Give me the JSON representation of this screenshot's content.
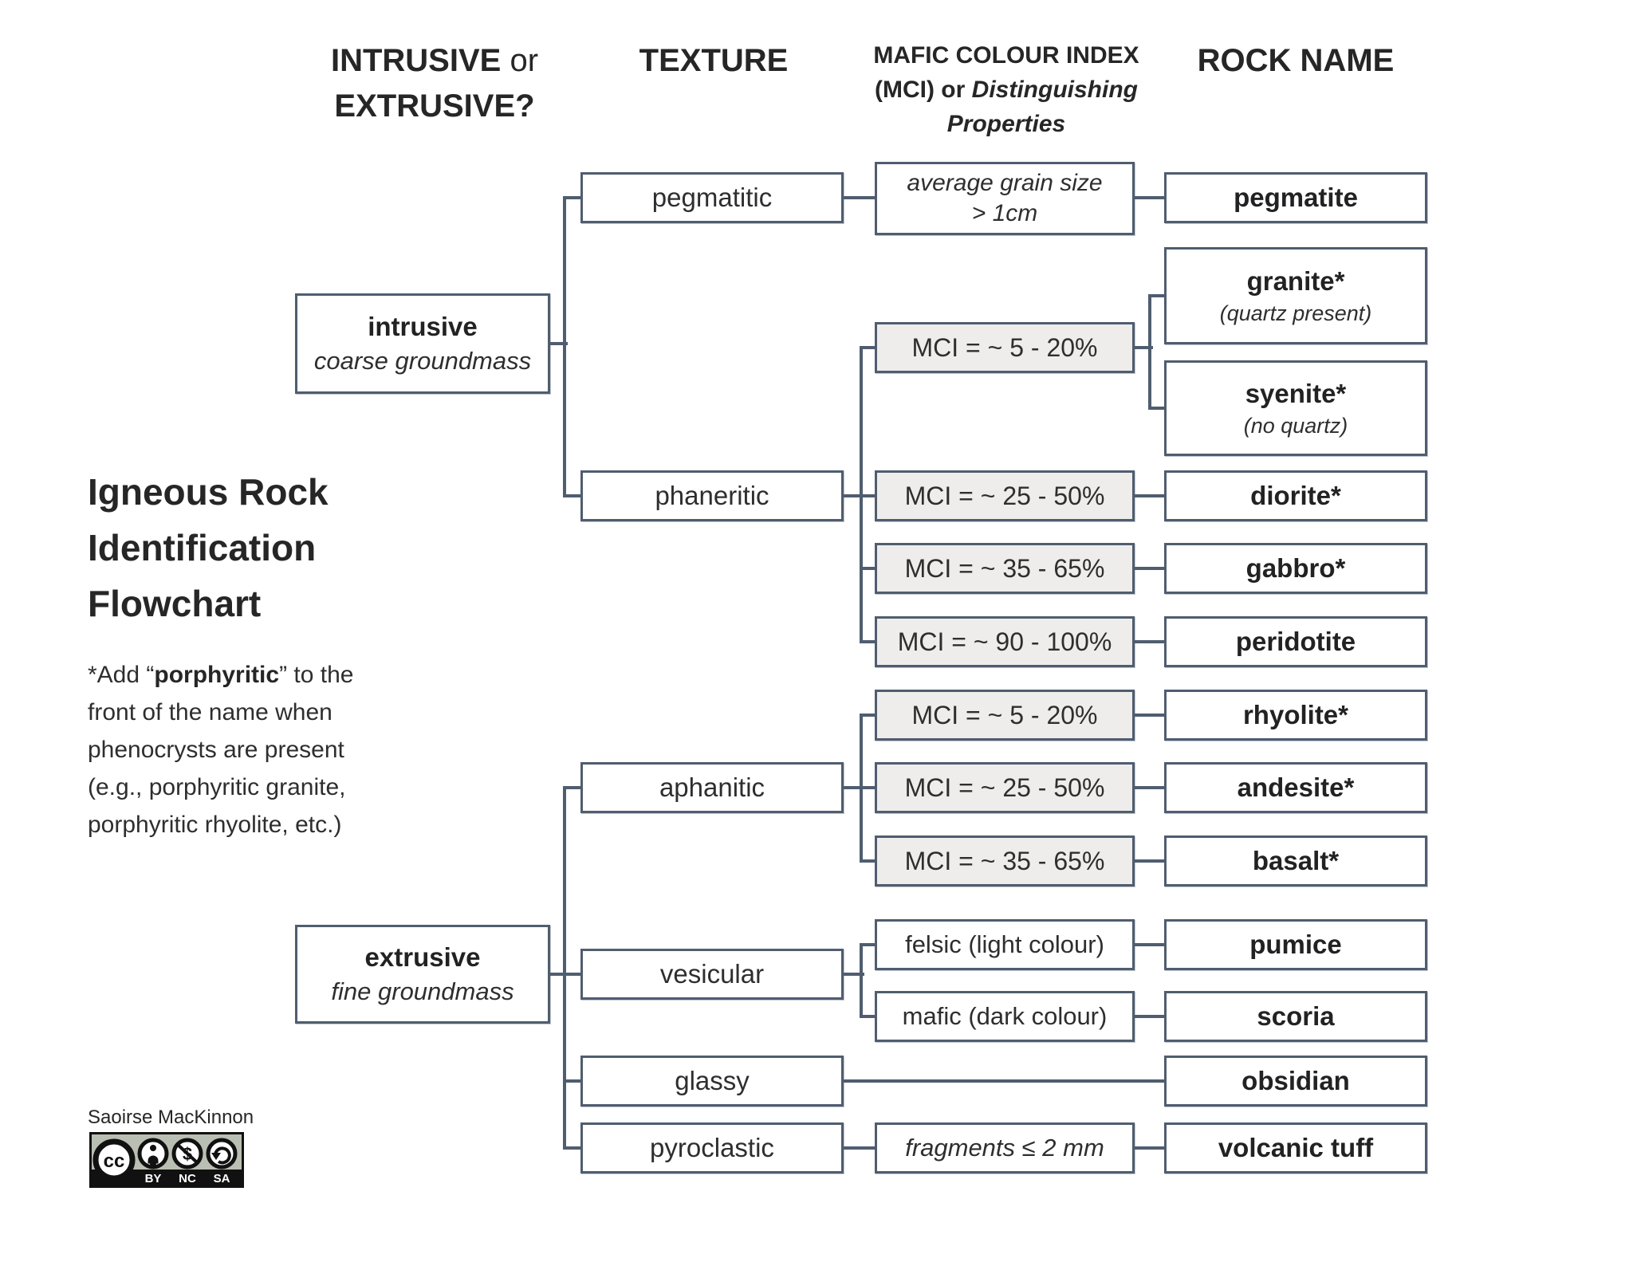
{
  "headers": {
    "col1": {
      "word1": "INTRUSIVE",
      "word2": "or",
      "line2": "EXTRUSIVE?"
    },
    "col2": "TEXTURE",
    "col3": {
      "line1": "MAFIC COLOUR INDEX",
      "line2a": "(MCI) or",
      "line2b": "Distinguishing",
      "line3": "Properties"
    },
    "col4": "ROCK NAME"
  },
  "sidebar": {
    "title_line1": "Igneous Rock",
    "title_line2": "Identification",
    "title_line3": "Flowchart",
    "note_prefix": "*Add “",
    "note_bold": "porphyritic",
    "note_rest": "” to the front of the name when phenocrysts are present (e.g., porphyritic granite, porphyritic rhyolite, etc.)",
    "credit": "Saoirse MacKinnon"
  },
  "license": {
    "cc": "cc",
    "by": "BY",
    "nc": "NC",
    "sa": "SA"
  },
  "nodes": {
    "intrusive": {
      "label": "intrusive",
      "sub": "coarse groundmass"
    },
    "extrusive": {
      "label": "extrusive",
      "sub": "fine groundmass"
    },
    "pegmatitic": {
      "label": "pegmatitic"
    },
    "phaneritic": {
      "label": "phaneritic"
    },
    "aphanitic": {
      "label": "aphanitic"
    },
    "vesicular": {
      "label": "vesicular"
    },
    "glassy": {
      "label": "glassy"
    },
    "pyroclastic": {
      "label": "pyroclastic"
    },
    "avg_grain": {
      "line1": "average grain size",
      "line2": "> 1cm"
    },
    "mci_5_20_a": {
      "label": "MCI = ~ 5 - 20%"
    },
    "mci_25_50_a": {
      "label": "MCI = ~ 25 - 50%"
    },
    "mci_35_65_a": {
      "label": "MCI = ~ 35 - 65%"
    },
    "mci_90_100": {
      "label": "MCI = ~ 90 - 100%"
    },
    "mci_5_20_b": {
      "label": "MCI = ~ 5 - 20%"
    },
    "mci_25_50_b": {
      "label": "MCI = ~ 25 - 50%"
    },
    "mci_35_65_b": {
      "label": "MCI = ~ 35 - 65%"
    },
    "felsic": {
      "pre": "felsic (",
      "ital": "light colour",
      "post": ")"
    },
    "mafic": {
      "pre": "mafic (",
      "ital": "dark colour",
      "post": ")"
    },
    "fragments": {
      "label": "fragments ≤ 2 mm"
    },
    "pegmatite": {
      "label": "pegmatite"
    },
    "granite": {
      "label": "granite*",
      "sub": "(quartz present)"
    },
    "syenite": {
      "label": "syenite*",
      "sub": "(no quartz)"
    },
    "diorite": {
      "label": "diorite*"
    },
    "gabbro": {
      "label": "gabbro*"
    },
    "peridotite": {
      "label": "peridotite"
    },
    "rhyolite": {
      "label": "rhyolite*"
    },
    "andesite": {
      "label": "andesite*"
    },
    "basalt": {
      "label": "basalt*"
    },
    "pumice": {
      "label": "pumice"
    },
    "scoria": {
      "label": "scoria"
    },
    "obsidian": {
      "label": "obsidian"
    },
    "volcanic_tuff": {
      "label": "volcanic tuff"
    }
  },
  "colors": {
    "border": "#4f5d6f",
    "mci_fill": "#eeedeb",
    "text": "#2b2b2b",
    "badge_bg": "#b9bfb2"
  }
}
